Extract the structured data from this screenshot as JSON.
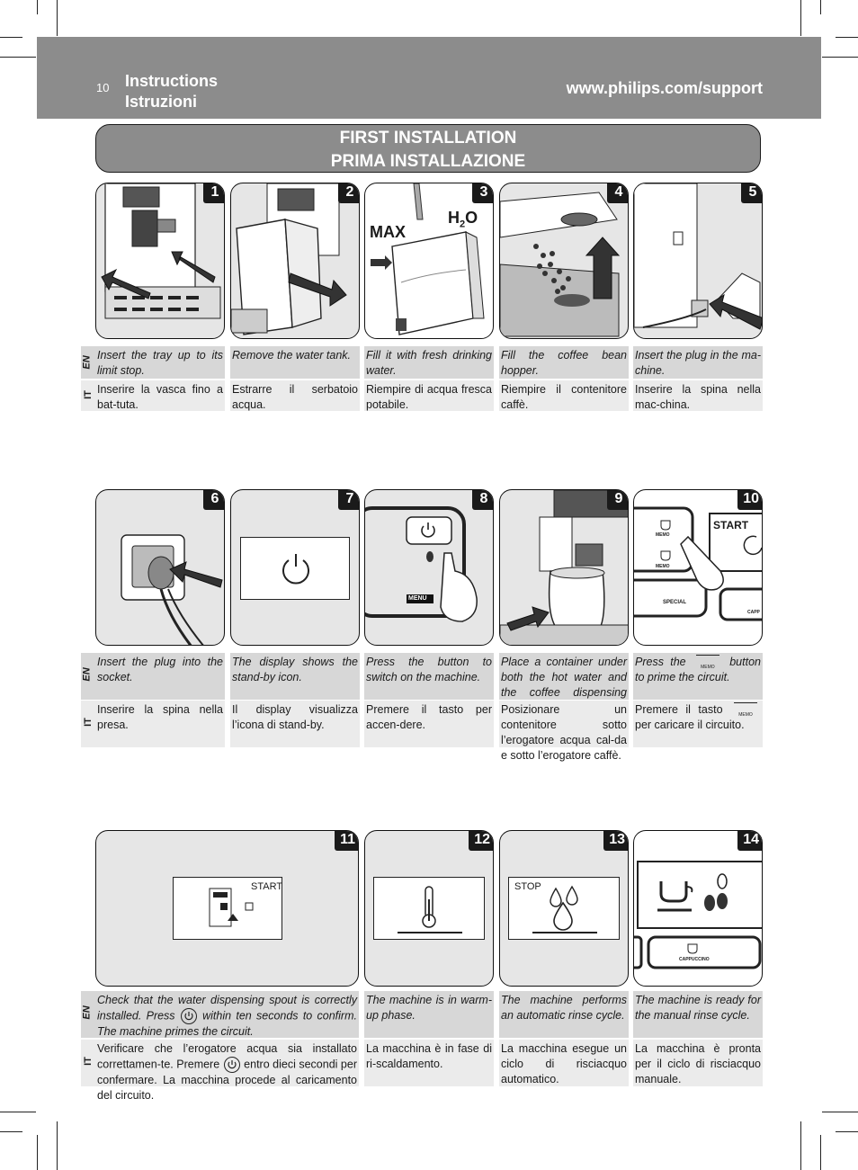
{
  "header": {
    "page_number": "10",
    "title_en": "Instructions",
    "title_it": "Istruzioni",
    "url": "www.philips.com/support"
  },
  "banner": {
    "title_en": "FIRST INSTALLATION",
    "title_it": "PRIMA INSTALLAZIONE"
  },
  "lang_labels": {
    "en": "EN",
    "it": "IT"
  },
  "steps": [
    {
      "num": "1",
      "en": "Insert the tray up to its limit stop.",
      "it": "Inserire la vasca fino a bat-tuta."
    },
    {
      "num": "2",
      "en": "Remove the water tank.",
      "it": "Estrarre il serbatoio acqua."
    },
    {
      "num": "3",
      "en": "Fill it with fresh drinking water.",
      "it": "Riempire di acqua fresca potabile.",
      "label_max": "MAX",
      "label_h2o": "H",
      "label_h2o_sub": "2",
      "label_h2o_o": "O"
    },
    {
      "num": "4",
      "en": "Fill the coffee bean hopper.",
      "it": "Riempire il contenitore caffè."
    },
    {
      "num": "5",
      "en": "Insert the plug in the ma-chine.",
      "it": "Inserire la spina nella mac-china."
    },
    {
      "num": "6",
      "en": "Insert the plug into the socket.",
      "it": "Inserire la spina nella presa."
    },
    {
      "num": "7",
      "en": "The display shows the stand-by icon.",
      "it": "Il display visualizza l’icona di stand-by."
    },
    {
      "num": "8",
      "en": "Press the button to switch on the machine.",
      "it": "Premere il tasto per accen-dere.",
      "label_menu": "MENU"
    },
    {
      "num": "9",
      "en": "Place a container under both the hot water and the coffee dispensing spout.",
      "it": "Posizionare un contenitore sotto l’erogatore acqua cal-da e sotto l’erogatore caffè."
    },
    {
      "num": "10",
      "en_a": "Press the",
      "en_b": "button to prime the circuit.",
      "it_a": "Premere il tasto",
      "it_b": "per caricare il circuito.",
      "label_memo": "MEMO",
      "label_start": "START",
      "label_special": "SPECIAL",
      "label_capp": "CAPP"
    },
    {
      "num": "11",
      "en_a": "Check that the water dispensing spout is correctly installed. Press",
      "en_b": "within ten seconds to confirm. The machine primes the circuit.",
      "it_a": "Verificare che l’erogatore acqua sia installato correttamen-te. Premere",
      "it_b": "entro dieci secondi per confermare. La macchina procede al caricamento del circuito.",
      "label_start": "START"
    },
    {
      "num": "12",
      "en": "The machine is in warm-up phase.",
      "it": "La macchina è in fase di ri-scaldamento."
    },
    {
      "num": "13",
      "en": "The machine performs an automatic rinse cycle.",
      "it": "La macchina esegue un ciclo di risciacquo automatico.",
      "label_stop": "STOP"
    },
    {
      "num": "14",
      "en": "The machine is ready for the manual rinse cycle.",
      "it": "La macchina è pronta per il ciclo di risciacquo manuale.",
      "label_cappuccino": "CAPPUCCINO"
    }
  ]
}
